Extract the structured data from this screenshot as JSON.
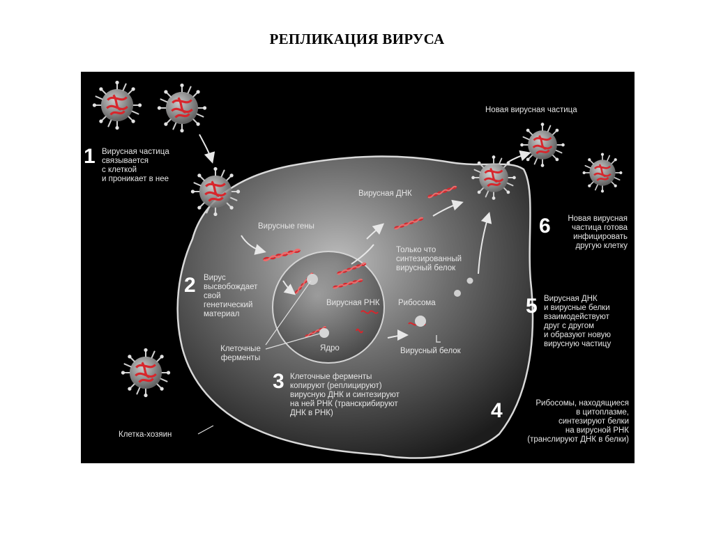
{
  "title": "РЕПЛИКАЦИЯ ВИРУСА",
  "diagram": {
    "steps": [
      {
        "number": "1",
        "lines": [
          "Вирусная частица",
          "связывается",
          "с клеткой",
          "и проникает в нее"
        ]
      },
      {
        "number": "2",
        "lines": [
          "Вирус",
          "высвобождает",
          "свой",
          "генетический",
          "материал"
        ]
      },
      {
        "number": "3",
        "lines": [
          "Клеточные ферменты",
          "копируют (реплицируют)",
          "вирусную ДНК и синтезируют",
          "на ней РНК (транскрибируют",
          "ДНК в РНК)"
        ]
      },
      {
        "number": "4",
        "lines": [
          "Рибосомы, находящиеся",
          "в цитоплазме,",
          "синтезируют белки",
          "на вирусной РНК",
          "(транслируют ДНК в белки)"
        ]
      },
      {
        "number": "5",
        "lines": [
          "Вирусная ДНК",
          "и вирусные белки",
          "взаимодействуют",
          "друг с другом",
          "и образуют новую",
          "вирусную частицу"
        ]
      },
      {
        "number": "6",
        "lines": [
          "Новая вирусная",
          "частица готова",
          "инфицировать",
          "другую клетку"
        ]
      }
    ],
    "labels": {
      "new_particle": "Новая вирусная частица",
      "viral_dna": "Вирусная ДНК",
      "viral_genes": "Вирусные гены",
      "new_protein": [
        "Только что",
        "синтезированный",
        "вирусный белок"
      ],
      "viral_rna": "Вирусная РНК",
      "ribosome": "Рибосома",
      "cell_enzymes": [
        "Клеточные",
        "ферменты"
      ],
      "nucleus": "Ядро",
      "viral_protein": "Вирусный белок",
      "host_cell": "Клетка-хозяин"
    }
  },
  "colors": {
    "panel": "#000000",
    "cell": "#5e5e5e",
    "virus_rna": "#d8262c",
    "text": "#e6e6e6"
  }
}
